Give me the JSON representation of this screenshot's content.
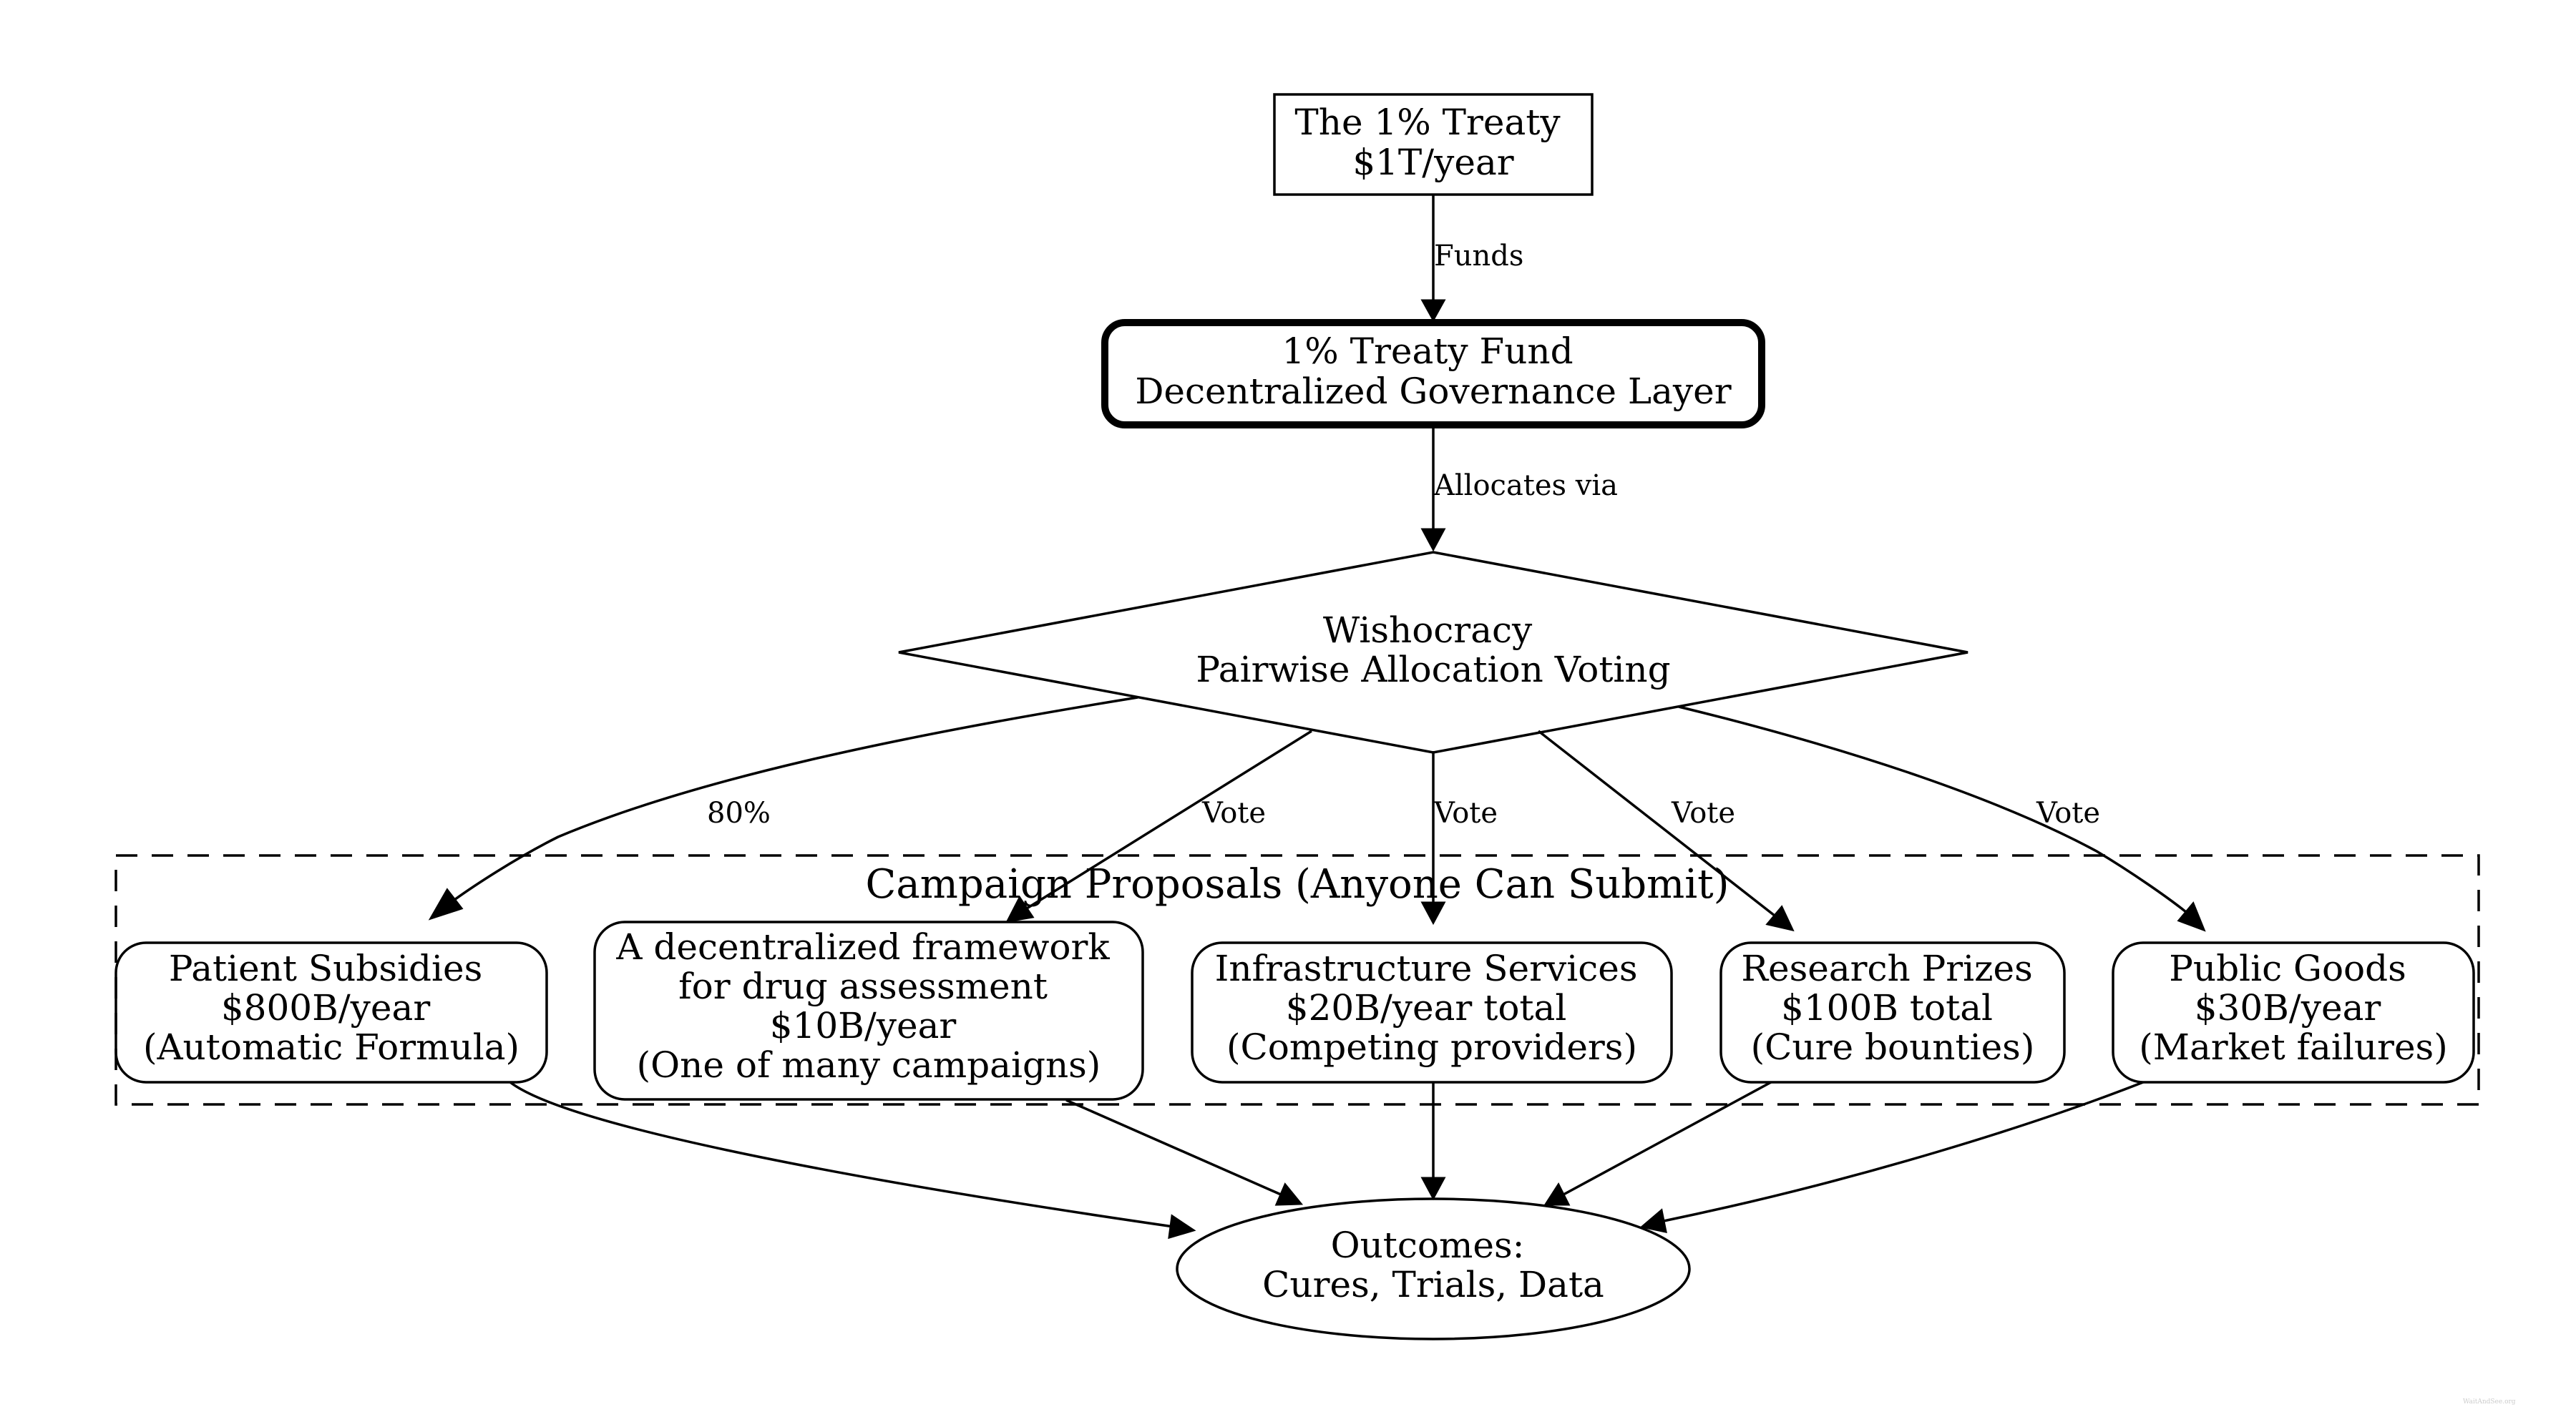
{
  "nodes": {
    "treaty": {
      "lines": [
        "The 1% Treaty",
        "$1T/year"
      ]
    },
    "fund": {
      "lines": [
        "1% Treaty Fund",
        "Decentralized Governance Layer"
      ]
    },
    "wishocracy": {
      "lines": [
        "Wishocracy",
        "Pairwise Allocation Voting"
      ]
    },
    "patient_subsidies": {
      "lines": [
        "Patient Subsidies",
        "$800B/year",
        "(Automatic Formula)"
      ]
    },
    "drug_framework": {
      "lines": [
        "A decentralized framework",
        "for drug assessment",
        "$10B/year",
        "(One of many campaigns)"
      ]
    },
    "infrastructure": {
      "lines": [
        "Infrastructure Services",
        "$20B/year total",
        "(Competing providers)"
      ]
    },
    "research_prizes": {
      "lines": [
        "Research Prizes",
        "$100B total",
        "(Cure bounties)"
      ]
    },
    "public_goods": {
      "lines": [
        "Public Goods",
        "$30B/year",
        "(Market failures)"
      ]
    },
    "outcomes": {
      "lines": [
        "Outcomes:",
        "Cures, Trials, Data"
      ]
    }
  },
  "cluster": {
    "label": "Campaign Proposals (Anyone Can Submit)"
  },
  "edges": {
    "treaty_fund": "Funds",
    "fund_wishocracy": "Allocates via",
    "to_patient": "80%",
    "to_drug": "Vote",
    "to_infra": "Vote",
    "to_prizes": "Vote",
    "to_public": "Vote"
  },
  "watermark": "WaitAndSee.org"
}
